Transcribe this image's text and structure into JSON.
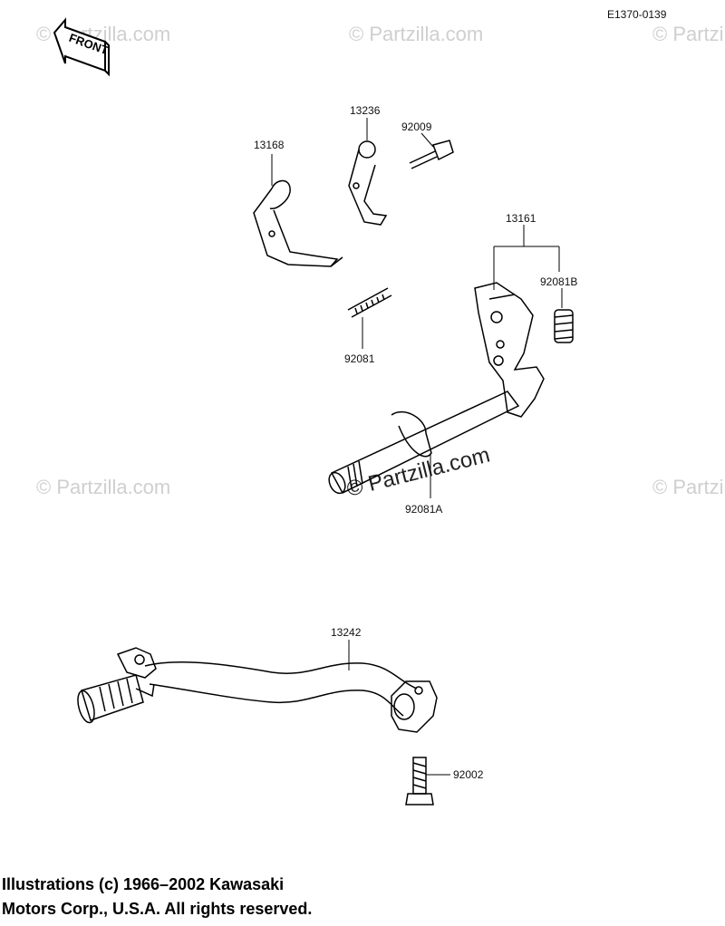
{
  "diagram_code": "E1370-0139",
  "front_label": "FRONT",
  "watermark": "© Partzilla.com",
  "parts": {
    "p13168": "13168",
    "p13236": "13236",
    "p92009": "92009",
    "p13161": "13161",
    "p92081B": "92081B",
    "p92081": "92081",
    "p92081A": "92081A",
    "p13242": "13242",
    "p92002": "92002"
  },
  "copyright": {
    "line1": "Illustrations (c) 1966–2002 Kawasaki",
    "line2": "Motors Corp., U.S.A.  All rights reserved."
  }
}
